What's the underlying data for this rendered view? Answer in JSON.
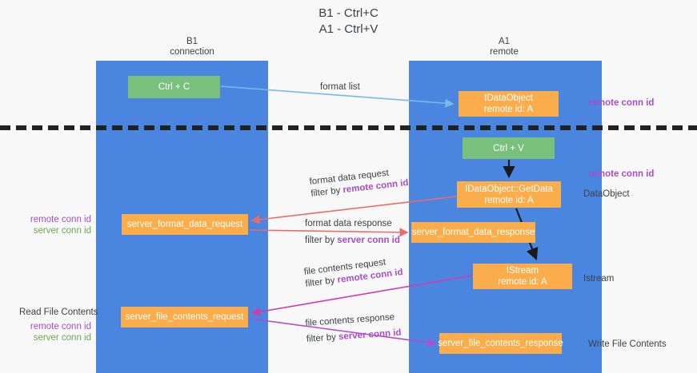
{
  "title": {
    "line1": "B1 - Ctrl+C",
    "line2": "A1 - Ctrl+V"
  },
  "columns": {
    "left": {
      "name": "B1",
      "role": "connection"
    },
    "right": {
      "name": "A1",
      "role": "remote"
    }
  },
  "nodes": {
    "ctrl_c": {
      "label": "Ctrl + C",
      "color": "#79c07c"
    },
    "idataobject": {
      "line1": "IDataObject",
      "line2": "remote id: A",
      "color": "#fbad4b"
    },
    "ctrl_v": {
      "label": "Ctrl + V",
      "color": "#79c07c"
    },
    "getdata": {
      "line1": "IDataObject::GetData",
      "line2": "remote id: A",
      "color": "#fbad4b"
    },
    "server_format_data_request": {
      "label": "server_format_data_request",
      "color": "#fbad4b"
    },
    "server_format_data_response": {
      "label": "server_format_data_response",
      "color": "#fbad4b"
    },
    "istream": {
      "line1": "IStream",
      "line2": "remote id: A",
      "color": "#fbad4b"
    },
    "server_file_contents_request": {
      "label": "server_file_contents_request",
      "color": "#fbad4b"
    },
    "server_file_contents_response": {
      "label": "server_file_contents_response",
      "color": "#fbad4b"
    }
  },
  "edges": {
    "format_list": {
      "label": "format list"
    },
    "format_data_request": {
      "label": "format data request",
      "filter_prefix": "filter by ",
      "filter_key": "remote conn id"
    },
    "format_data_response": {
      "label": "format data response",
      "filter_prefix": "filter by ",
      "filter_key": "server conn id"
    },
    "file_contents_request": {
      "label": "file contents request",
      "filter_prefix": "filter by ",
      "filter_key": "remote conn id"
    },
    "file_contents_response": {
      "label": "file contents response",
      "filter_prefix": "filter by ",
      "filter_key": "server conn id"
    }
  },
  "annotations": {
    "right_remote_conn_id_top": "remote conn id",
    "right_remote_conn_id_mid": "remote conn id",
    "right_dataobject": "DataObject",
    "right_istream": "Istream",
    "right_write_file_contents": "Write File Contents",
    "left_remote_conn_id_mid": "remote conn id",
    "left_server_conn_id_mid": "server conn id",
    "left_read_file_contents": "Read File Contents",
    "left_remote_conn_id_bottom": "remote conn id",
    "left_server_conn_id_bottom": "server conn id"
  },
  "colors": {
    "lane": "#4a86e0",
    "green_node": "#79c07c",
    "orange_node": "#fbad4b",
    "purple_text": "#a64ec6",
    "green_text": "#6aa84f",
    "arrow_blue": "#7ab8e8",
    "arrow_red": "#ea6b6b",
    "arrow_magenta": "#d23ab0",
    "arrow_purple": "#b04ed0",
    "arrow_black": "#1a1a1a",
    "divider": "#222222",
    "background": "#f8f8f8"
  }
}
